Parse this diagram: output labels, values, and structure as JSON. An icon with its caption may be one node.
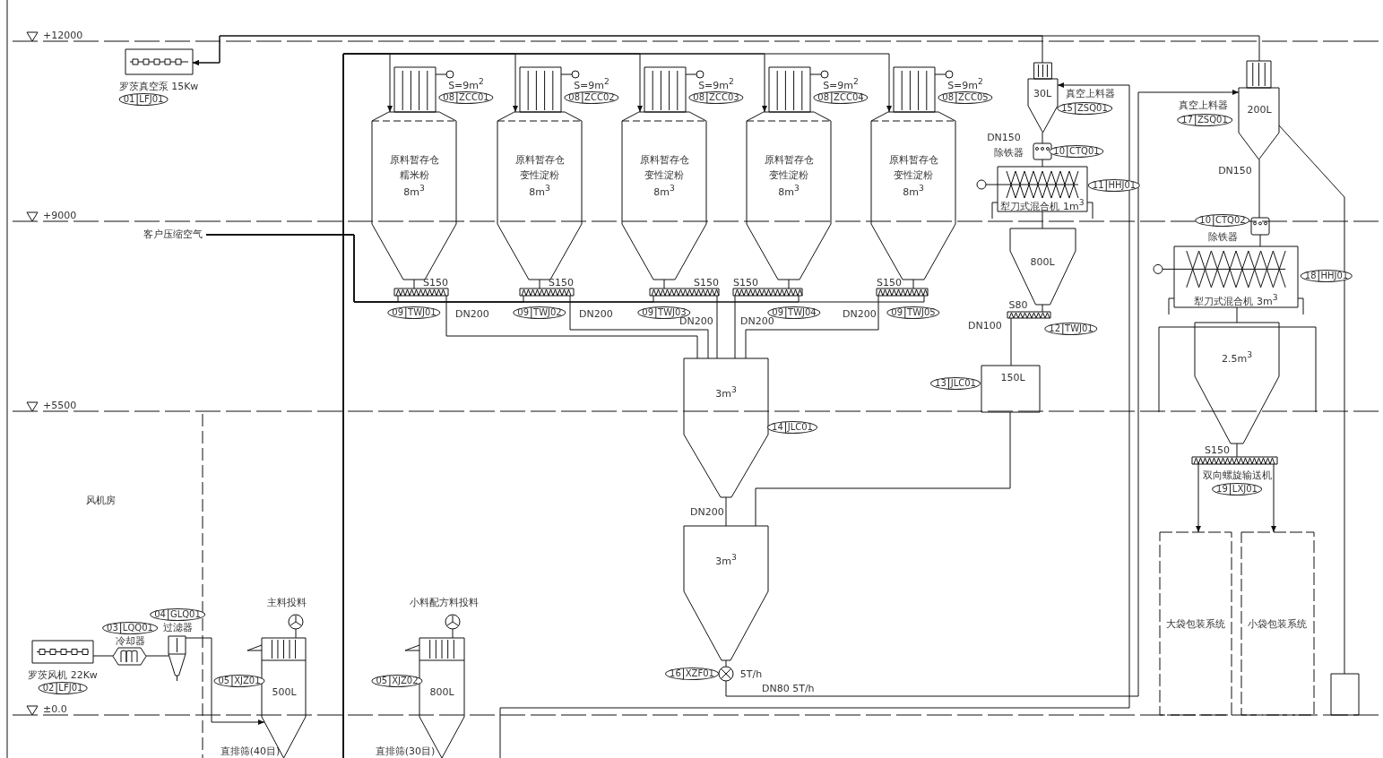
{
  "diagram": {
    "nodes": [
      {
        "text": [
          "罗茨真空泵 15Kw"
        ],
        "beside": [
          "01",
          "LFJ01"
        ]
      },
      {
        "text": [],
        "shape": "box",
        "beside": [
          "S=9m$^{2}$",
          "08",
          "ZCC01"
        ]
      },
      {
        "text": [],
        "shape": "box",
        "beside": [
          "S=9m$^{2}$",
          "08",
          "ZCC02"
        ]
      },
      {
        "text": [],
        "shape": "box",
        "beside": [
          "S=9m$^{2}$",
          "08",
          "ZCC03"
        ]
      },
      {
        "text": [],
        "shape": "box",
        "beside": [
          "S=9m$^{2}$",
          "08",
          "ZCC04"
        ]
      },
      {
        "text": [],
        "shape": "box",
        "beside": [
          "S=9m$^{2}$",
          "08",
          "ZCC05"
        ]
      },
      {
        "text": [
          "原料暂存仓",
          "糯米粉",
          "8m$^{3}$"
        ]
      },
      {
        "text": [
          "原料暂存仓",
          "变性淀粉",
          "8m$^{3}$"
        ]
      },
      {
        "text": [
          "原料暂存仓",
          "变性淀粉",
          "8m$^{3}$"
        ]
      },
      {
        "text": [
          "原料暂存仓",
          "变性淀粉",
          "8m$^{3}$"
        ]
      },
      {
        "text": [
          "原料暂存仓",
          "变性淀粉",
          "8m$^{3}$"
        ]
      },
      {
        "text": [],
        "shape": "bar",
        "beside": [
          "S150",
          "09",
          "TWJ01"
        ]
      },
      {
        "text": [],
        "shape": "bar",
        "beside": [
          "S150",
          "09",
          "TWJ02"
        ]
      },
      {
        "text": [],
        "shape": "bar",
        "beside": [
          "S150",
          "09",
          "TWJ03"
        ]
      },
      {
        "text": [],
        "shape": "bar",
        "beside": [
          "S150",
          "09",
          "TWJ04"
        ]
      },
      {
        "text": [],
        "shape": "bar",
        "beside": [
          "S150",
          "09",
          "TWJ05"
        ]
      },
      {
        "text": [
          "3m$^{3}$"
        ],
        "beside": [
          "14",
          "JLC01"
        ]
      },
      {
        "text": [
          "3m$^{3}$"
        ]
      },
      {
        "text": [],
        "shape": "circle",
        "beside": [
          "16",
          "XZF01",
          "5T/h"
        ]
      },
      {
        "text": [
          "30L"
        ],
        "beside": [
          "真空上料器",
          "15",
          "ZSQ01",
          "DN150"
        ]
      },
      {
        "text": [],
        "shape": "box",
        "beside": [
          "除铁器",
          "10",
          "CTQ01"
        ]
      },
      {
        "text": [
          "犁刀式混合机 1m$^{3}$"
        ],
        "beside": [
          "11",
          "HHJ01"
        ]
      },
      {
        "text": [
          "800L"
        ]
      },
      {
        "text": [],
        "shape": "bar",
        "beside": [
          "S80",
          "12",
          "TWJ01"
        ]
      },
      {
        "text": [
          "150L"
        ],
        "beside": [
          "13",
          "JLC01"
        ]
      },
      {
        "text": [
          "200L"
        ],
        "beside": [
          "真空上料器",
          "17",
          "ZSQ01",
          "DN150"
        ]
      },
      {
        "text": [],
        "shape": "box",
        "beside": [
          "除铁器",
          "10",
          "CTQ02"
        ]
      },
      {
        "text": [
          "犁刀式混合机 3m$^{3}$"
        ],
        "beside": [
          "18",
          "HHJ01"
        ]
      },
      {
        "text": [
          "2.5m$^{3}$"
        ]
      },
      {
        "text": [],
        "shape": "bar",
        "beside": [
          "S150",
          "双向螺旋输送机",
          "19",
          "LXJ01"
        ]
      },
      {
        "text": [
          "大袋包装系统"
        ]
      },
      {
        "text": [
          "小袋包装系统"
        ]
      },
      {
        "text": [],
        "shape": "box"
      },
      {
        "text": [
          "罗茨风机 22Kw"
        ],
        "beside": [
          "02",
          "LFJ01"
        ]
      },
      {
        "text": [
          "冷却器"
        ],
        "beside": [
          "03",
          "LQQ01"
        ]
      },
      {
        "text": [
          "过滤器"
        ],
        "beside": [
          "04",
          "GLQ01"
        ]
      },
      {
        "text": [
          "主料投料",
          "500L"
        ],
        "beside": [
          "05",
          "XJZ01",
          "直排筛(40目)"
        ]
      },
      {
        "text": [
          "小料配方料投料",
          "800L"
        ],
        "beside": [
          "05",
          "XJZ02",
          "直排筛(30目)"
        ]
      },
      {
        "text": [
          "客户压缩空气"
        ]
      }
    ],
    "edges": [
      {
        "from": 19,
        "to": 0,
        "arrow": "to"
      },
      {
        "from": 25,
        "to": 0,
        "arrow": "to"
      },
      {
        "from": null,
        "to": 6,
        "arrow": "to"
      },
      {
        "from": null,
        "to": 7,
        "arrow": "to"
      },
      {
        "from": null,
        "to": 8,
        "arrow": "to"
      },
      {
        "from": null,
        "to": 9,
        "arrow": "to"
      },
      {
        "from": null,
        "to": 10,
        "arrow": "to"
      },
      {
        "from": 33,
        "to": 34,
        "arrow": "none"
      },
      {
        "from": 34,
        "to": 35,
        "arrow": "none"
      },
      {
        "from": 35,
        "to": 36,
        "arrow": "to"
      },
      {
        "from": 6,
        "to": 11,
        "arrow": "none"
      },
      {
        "from": 7,
        "to": 12,
        "arrow": "none"
      },
      {
        "from": 8,
        "to": 13,
        "arrow": "none"
      },
      {
        "from": 9,
        "to": 14,
        "arrow": "none"
      },
      {
        "from": 10,
        "to": 15,
        "arrow": "none"
      },
      {
        "from": 11,
        "to": 16,
        "arrow": "none"
      },
      {
        "from": 12,
        "to": 16,
        "arrow": "none"
      },
      {
        "from": 13,
        "to": 16,
        "arrow": "none"
      },
      {
        "from": 14,
        "to": 16,
        "arrow": "none"
      },
      {
        "from": 15,
        "to": 16,
        "arrow": "none"
      },
      {
        "from": 16,
        "to": 17,
        "arrow": "none"
      },
      {
        "from": 24,
        "to": 17,
        "arrow": "none"
      },
      {
        "from": 17,
        "to": 18,
        "arrow": "none"
      },
      {
        "from": 18,
        "to": 25,
        "arrow": "to"
      },
      {
        "from": null,
        "to": 19,
        "arrow": "to"
      },
      {
        "from": 19,
        "to": 20,
        "arrow": "none"
      },
      {
        "from": 20,
        "to": 21,
        "arrow": "none"
      },
      {
        "from": 21,
        "to": 22,
        "arrow": "none"
      },
      {
        "from": 22,
        "to": 23,
        "arrow": "none"
      },
      {
        "from": 23,
        "to": 24,
        "arrow": "none"
      },
      {
        "from": 25,
        "to": 26,
        "arrow": "none"
      },
      {
        "from": 26,
        "to": 27,
        "arrow": "none"
      },
      {
        "from": 27,
        "to": 28,
        "arrow": "none"
      },
      {
        "from": 28,
        "to": 29,
        "arrow": "none"
      },
      {
        "from": 29,
        "to": 30,
        "arrow": "to"
      },
      {
        "from": 29,
        "to": 31,
        "arrow": "to"
      },
      {
        "from": 25,
        "to": 32,
        "arrow": "none"
      },
      {
        "from": 38,
        "to": 11,
        "arrow": "none"
      },
      {
        "from": 38,
        "to": 12,
        "arrow": "none"
      },
      {
        "from": 38,
        "to": 13,
        "arrow": "none"
      },
      {
        "from": 38,
        "to": 14,
        "arrow": "none"
      },
      {
        "from": 38,
        "to": 15,
        "arrow": "none"
      }
    ],
    "labels": [
      "+12000",
      "+9000",
      "DN200",
      "DN200",
      "DN200",
      "DN200",
      "DN200",
      "DN100",
      "+5500",
      "风机房",
      "DN200",
      "DN80 5T/h",
      "±0.0"
    ]
  }
}
